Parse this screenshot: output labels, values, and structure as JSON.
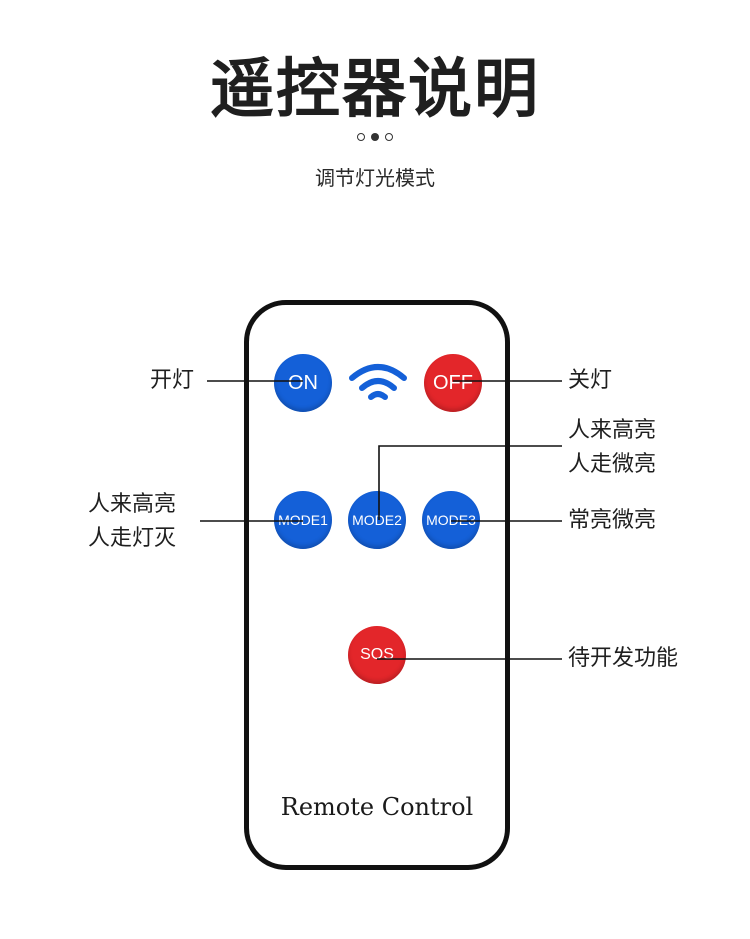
{
  "header": {
    "title": "遥控器说明",
    "subtitle": "调节灯光模式",
    "carousel_dots": 3,
    "active_dot": 1
  },
  "remote": {
    "label": "Remote Control",
    "buttons": {
      "on": "ON",
      "off": "OFF",
      "mode1": "MODE1",
      "mode2": "MODE2",
      "mode3": "MODE3",
      "sos": "SOS"
    },
    "signal_icon": "wifi-icon"
  },
  "callouts": {
    "on": "开灯",
    "off": "关灯",
    "mode2_line1": "人来高亮",
    "mode2_line2": "人走微亮",
    "mode1_line1": "人来高亮",
    "mode1_line2": "人走灯灭",
    "mode3": "常亮微亮",
    "sos": "待开发功能"
  },
  "colors": {
    "blue_button": "#1460d8",
    "red_button": "#e3262a",
    "line": "#111111"
  }
}
